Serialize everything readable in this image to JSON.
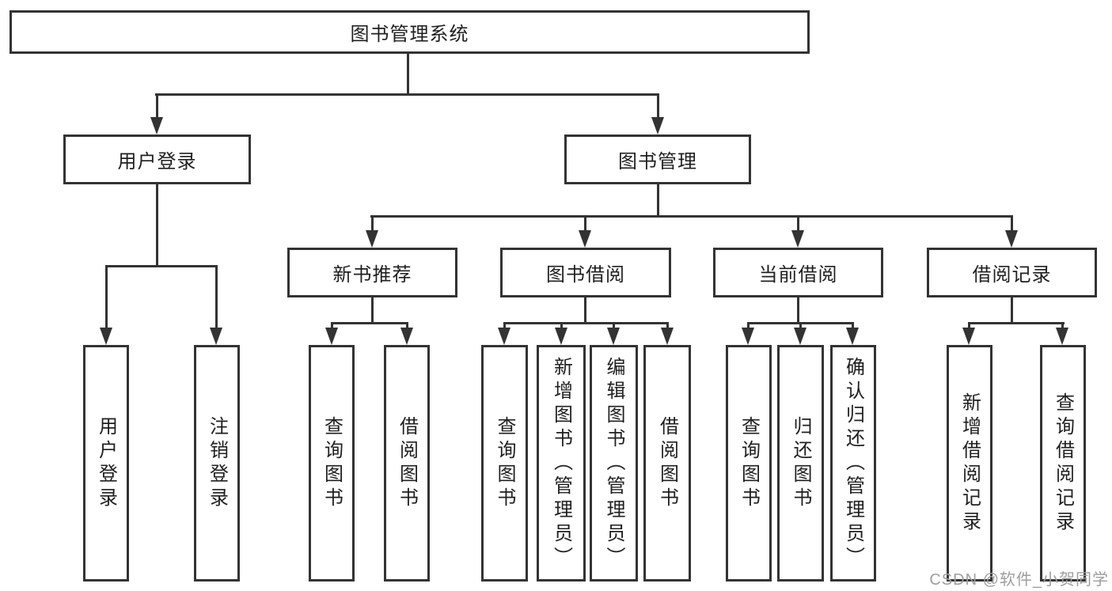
{
  "diagram": {
    "title": "图书管理系统",
    "level1": [
      "用户登录",
      "图书管理"
    ],
    "level2": [
      "新书推荐",
      "图书借阅",
      "当前借阅",
      "借阅记录"
    ],
    "leaves": {
      "login": [
        "用户登录",
        "注销登录"
      ],
      "recommend": [
        "查询图书",
        "借阅图书"
      ],
      "borrow": [
        "查询图书",
        "新增图书（管理员）",
        "编辑图书（管理员）",
        "借阅图书"
      ],
      "current": [
        "查询图书",
        "归还图书",
        "确认归还（管理员）"
      ],
      "records": [
        "新增借阅记录",
        "查询借阅记录"
      ]
    },
    "watermark": "CSDN @软件_小贺同学",
    "colors": {
      "line": "#333333",
      "text": "#1f1f1f",
      "watermark": "#9e9e9e",
      "background": "#ffffff"
    }
  }
}
